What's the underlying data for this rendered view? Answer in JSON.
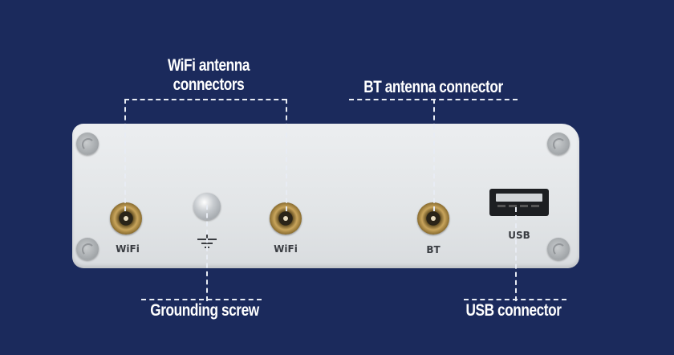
{
  "background_color": "#1b2a5c",
  "callouts": {
    "wifi_antenna": {
      "line1": "WiFi antenna",
      "line2": "connectors"
    },
    "bt_antenna": "BT antenna connector",
    "grounding": "Grounding screw",
    "usb": "USB connector"
  },
  "panel": {
    "ports": [
      {
        "id": "wifi-1",
        "type": "SMA antenna connector",
        "label": "WiFi"
      },
      {
        "id": "ground",
        "type": "grounding screw",
        "label": "⏚"
      },
      {
        "id": "wifi-2",
        "type": "SMA antenna connector",
        "label": "WiFi"
      },
      {
        "id": "bt",
        "type": "SMA antenna connector",
        "label": "BT"
      },
      {
        "id": "usb",
        "type": "USB-A port",
        "label": "USB"
      }
    ]
  },
  "colors": {
    "label_text": "#ffffff",
    "leader_lines": "#e8ecf4",
    "panel": "#e4e6e8",
    "connector_gold": "#c9a55c"
  }
}
